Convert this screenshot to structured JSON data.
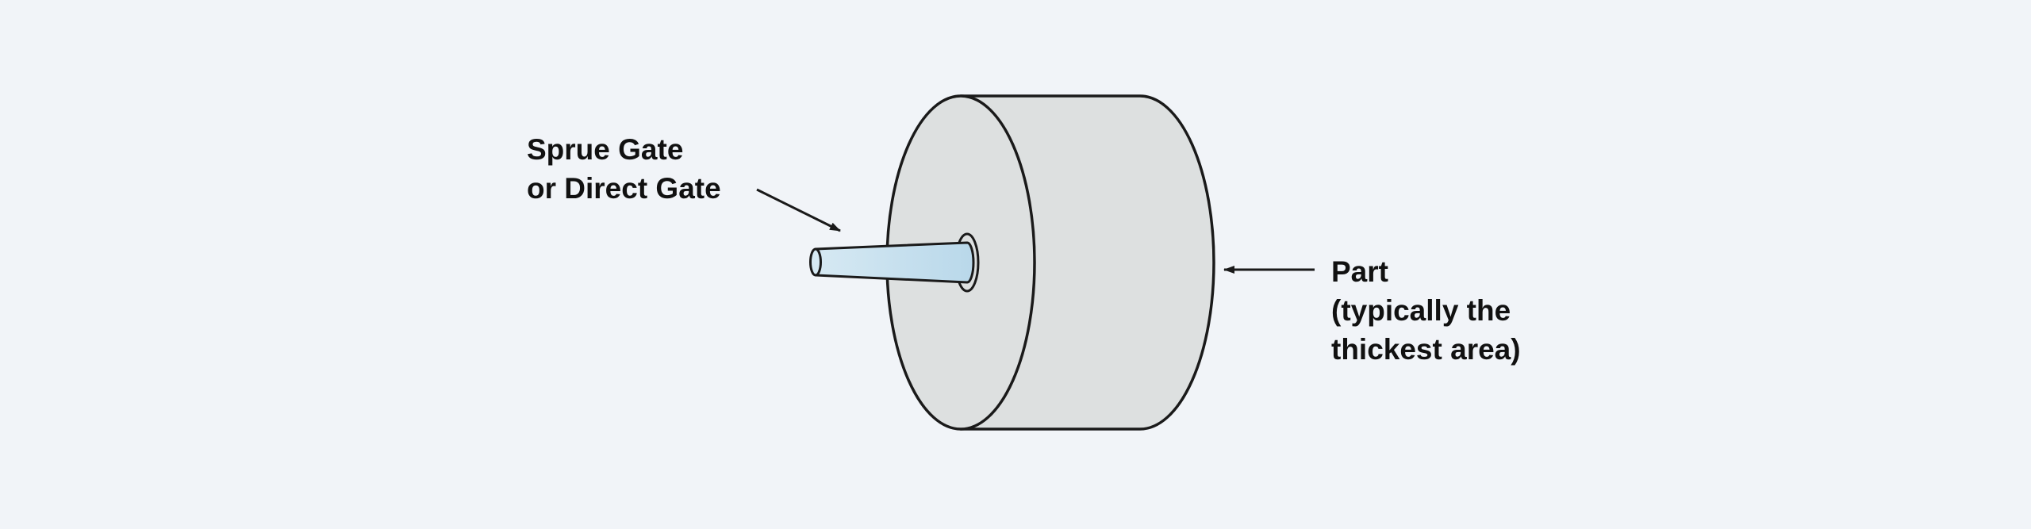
{
  "labels": {
    "sprue_gate": {
      "line1": "Sprue Gate",
      "line2": "or Direct Gate"
    },
    "part": {
      "line1": "Part",
      "line2": "(typically the",
      "line3": "thickest area)"
    }
  },
  "colors": {
    "background": "#f1f4f8",
    "part_fill": "#dde0e0",
    "sprue_fill": "#c2dded",
    "outline": "#1a1a1a"
  }
}
